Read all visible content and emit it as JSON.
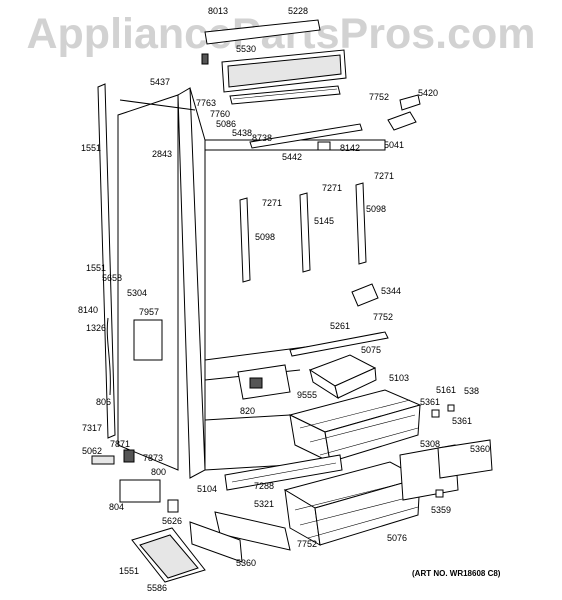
{
  "watermark": "AppliancePartsPros.com",
  "art_number": "(ART NO. WR18608 C8)",
  "part_labels": [
    "8013",
    "5228",
    "5530",
    "5437",
    "7763",
    "7760",
    "5086",
    "5438",
    "8738",
    "7752",
    "5420",
    "5041",
    "1551",
    "2843",
    "5442",
    "8142",
    "7271",
    "7271",
    "7271",
    "5145",
    "5098",
    "5098",
    "1551",
    "5658",
    "5304",
    "8140",
    "7957",
    "1326",
    "5344",
    "7752",
    "5261",
    "5075",
    "5103",
    "9555",
    "820",
    "806",
    "5161",
    "538",
    "5361",
    "5361",
    "7317",
    "7871",
    "5062",
    "7873",
    "800",
    "804",
    "5626",
    "5104",
    "7288",
    "5308",
    "5360",
    "5321",
    "5359",
    "5076",
    "7752",
    "5360",
    "1551",
    "5586"
  ]
}
